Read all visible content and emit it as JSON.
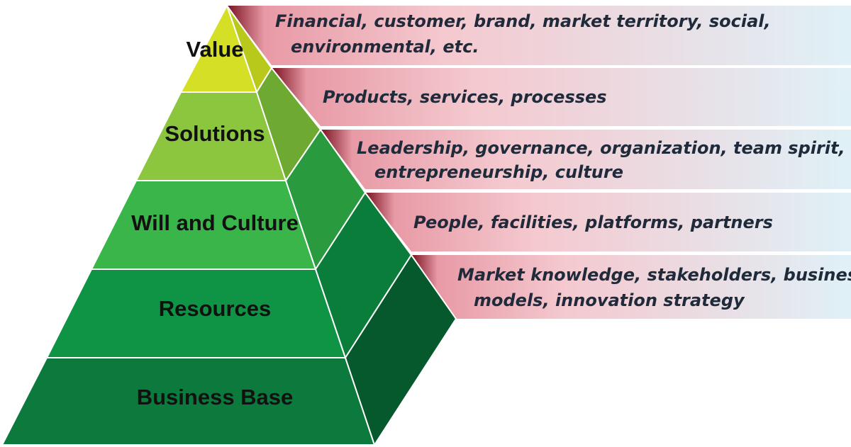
{
  "levels": [
    {
      "label": "Value",
      "description_lines": [
        "Financial, customer, brand, market territory, social,",
        "environmental, etc."
      ],
      "front_color": "#d4df26",
      "side_color": "#b9c91c"
    },
    {
      "label": "Solutions",
      "description_lines": [
        "Products, services, processes"
      ],
      "front_color": "#8cc63f",
      "side_color": "#6ea931"
    },
    {
      "label": "Will and Culture",
      "description_lines": [
        "Leadership, governance, organization, team spirit,",
        "entrepreneurship, culture"
      ],
      "front_color": "#39b54a",
      "side_color": "#2a9a3e"
    },
    {
      "label": "Resources",
      "description_lines": [
        "Market knowledge, stakeholders, business",
        "models, innovation strategy"
      ],
      "front_color": "#0f9445",
      "side_color": "#0b7d3a"
    },
    {
      "label": "Business Base",
      "description_lines": [],
      "front_color": "#0b7a3c",
      "side_color": "#06592c"
    }
  ],
  "extra_descriptions": [
    {
      "lines": [
        "People, facilities, platforms, partners"
      ]
    }
  ],
  "colors": {
    "band_left": "#7a1020",
    "band_mid": "#f4c9cf",
    "band_right": "#dff1f7",
    "outline": "#ffffff"
  }
}
